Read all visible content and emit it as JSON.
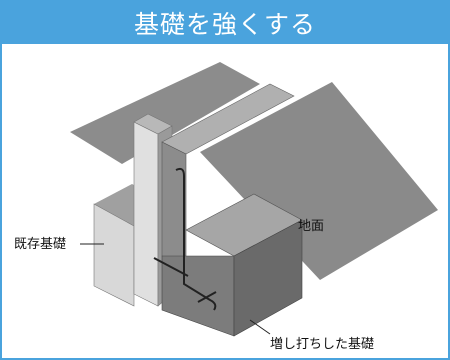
{
  "header": {
    "title": "基礎を強くする"
  },
  "diagram": {
    "labels": {
      "existing_foundation": "既存基礎",
      "ground": "地面",
      "added_foundation": "増し打ちした基礎"
    },
    "colors": {
      "frame": "#4aa3dd",
      "ground": "#8a8a8a",
      "existing_top": "#9a9a9a",
      "existing_front": "#d6d6d6",
      "added_top": "#a9a9a9",
      "added_front": "#7a7a7a",
      "rebar": "#222222"
    }
  }
}
